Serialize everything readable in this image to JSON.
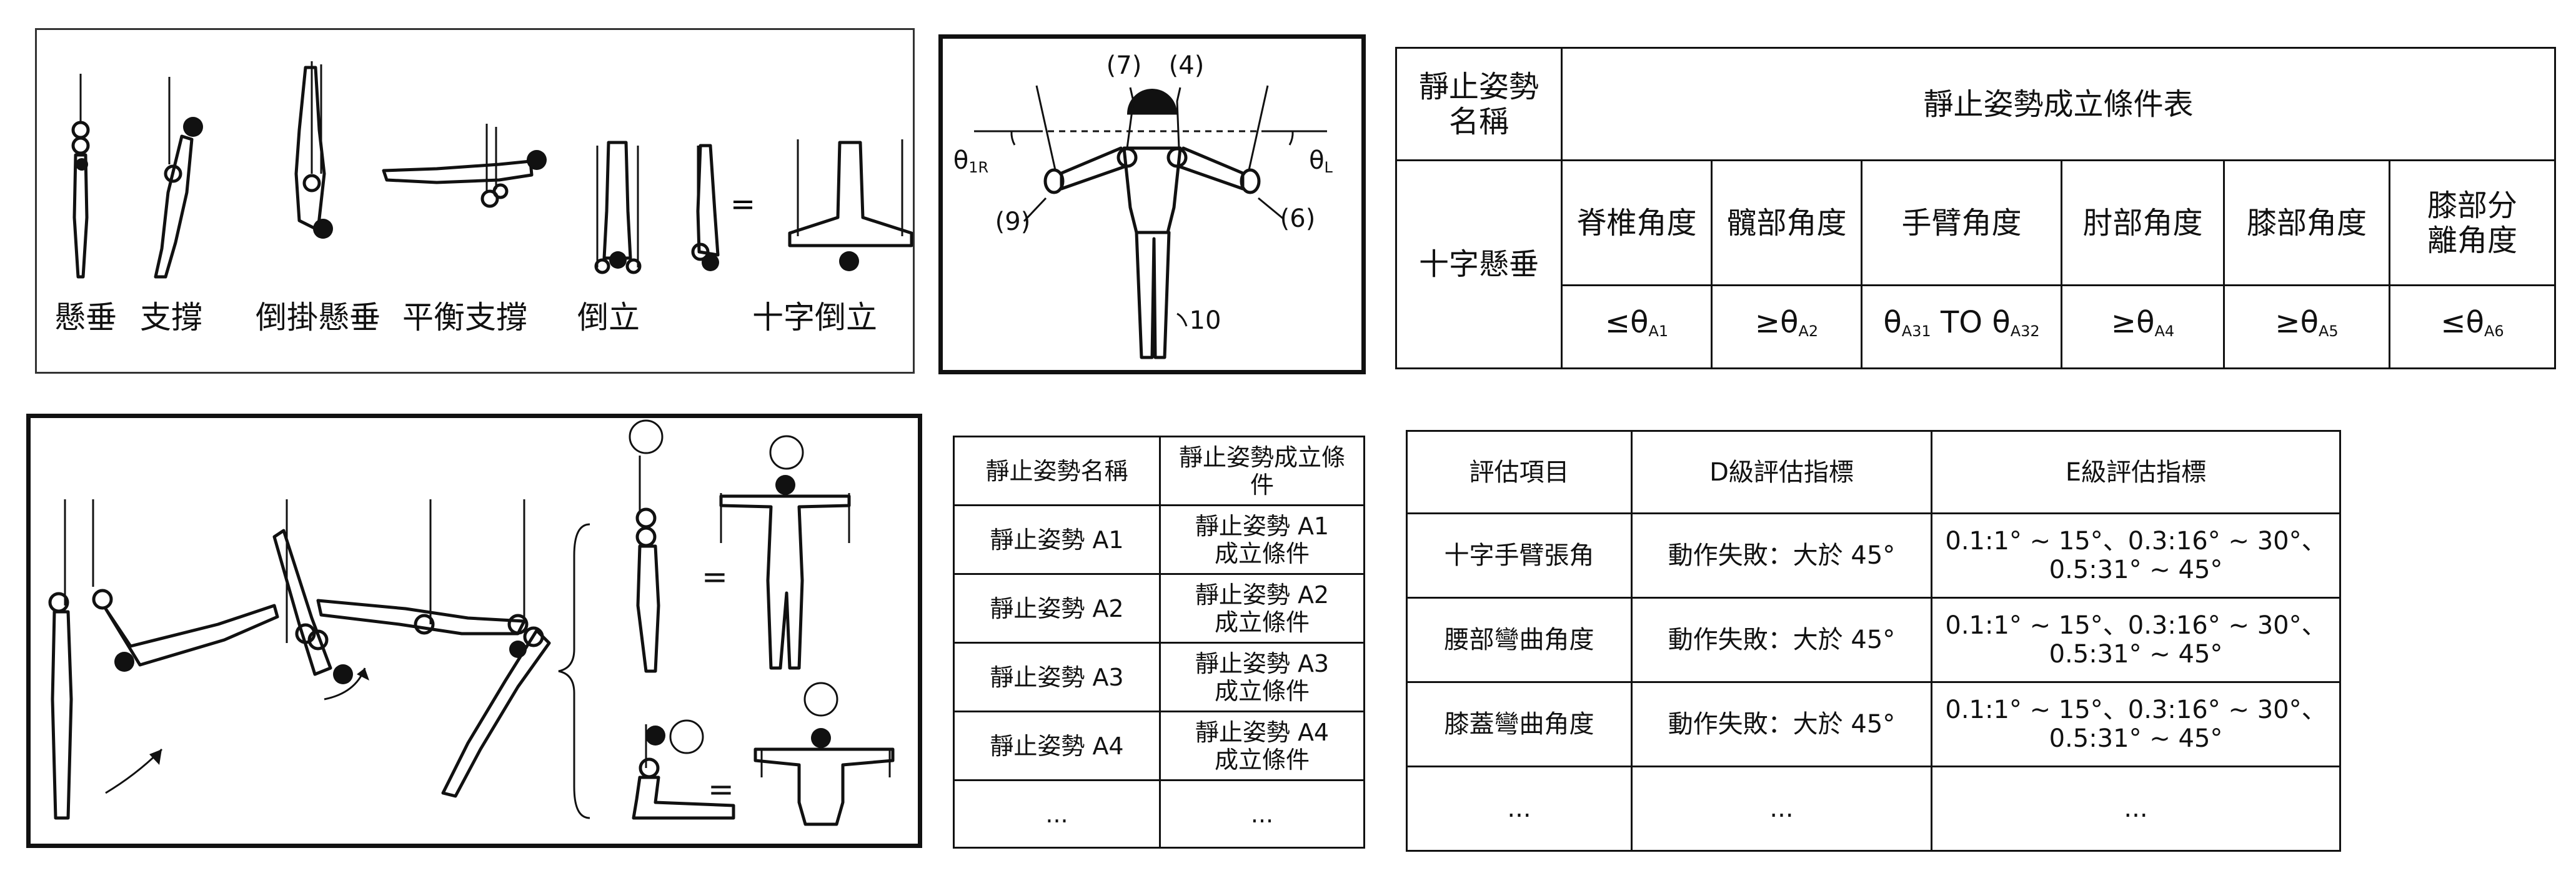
{
  "fig_positions": {
    "labels": [
      "懸垂",
      "支撐",
      "倒掛懸垂",
      "平衡支撐",
      "倒立",
      "十字倒立"
    ],
    "equals": "="
  },
  "fig_angles": {
    "callout_7": "(7)",
    "callout_4": "(4)",
    "callout_9": "(9)",
    "callout_6": "(6)",
    "callout_10": "10",
    "theta_left": "θ",
    "theta_left_sub": "1R",
    "theta_right": "θ",
    "theta_right_sub": "L"
  },
  "fig_sequence": {
    "equals_top": "=",
    "equals_bottom": "="
  },
  "conditions_table": {
    "name_header": "靜止姿勢名稱",
    "title": "靜止姿勢成立條件表",
    "row_label": "十字懸垂",
    "columns": [
      "脊椎角度",
      "髖部角度",
      "手臂角度",
      "肘部角度",
      "膝部角度",
      "膝部分離角度"
    ],
    "values": [
      {
        "op": "≤",
        "sym": "θ",
        "sub": "A1",
        "mid": "",
        "sym2": "",
        "sub2": ""
      },
      {
        "op": "≥",
        "sym": "θ",
        "sub": "A2",
        "mid": "",
        "sym2": "",
        "sub2": ""
      },
      {
        "op": "",
        "sym": "θ",
        "sub": "A31",
        "mid": " TO ",
        "sym2": "θ",
        "sub2": "A32"
      },
      {
        "op": "≥",
        "sym": "θ",
        "sub": "A4",
        "mid": "",
        "sym2": "",
        "sub2": ""
      },
      {
        "op": "≥",
        "sym": "θ",
        "sub": "A5",
        "mid": "",
        "sym2": "",
        "sub2": ""
      },
      {
        "op": "≤",
        "sym": "θ",
        "sub": "A6",
        "mid": "",
        "sym2": "",
        "sub2": ""
      }
    ]
  },
  "posture_table": {
    "headers": [
      "靜止姿勢名稱",
      "靜止姿勢成立條件"
    ],
    "rows": [
      [
        "靜止姿勢 A1",
        "靜止姿勢 A1 成立條件"
      ],
      [
        "靜止姿勢 A2",
        "靜止姿勢 A2 成立條件"
      ],
      [
        "靜止姿勢 A3",
        "靜止姿勢 A3 成立條件"
      ],
      [
        "靜止姿勢 A4",
        "靜止姿勢 A4 成立條件"
      ],
      [
        "...",
        "..."
      ]
    ]
  },
  "evaluation_table": {
    "headers": [
      "評估項目",
      "D級評估指標",
      "E級評估指標"
    ],
    "rows": [
      [
        "十字手臂張角",
        "動作失敗：大於 45°",
        "0.1:1° ~ 15°、0.3:16° ~ 30°、0.5:31° ~ 45°"
      ],
      [
        "腰部彎曲角度",
        "動作失敗：大於 45°",
        "0.1:1° ~ 15°、0.3:16° ~ 30°、0.5:31° ~ 45°"
      ],
      [
        "膝蓋彎曲角度",
        "動作失敗：大於 45°",
        "0.1:1° ~ 15°、0.3:16° ~ 30°、0.5:31° ~ 45°"
      ],
      [
        "...",
        "...",
        "..."
      ]
    ]
  }
}
